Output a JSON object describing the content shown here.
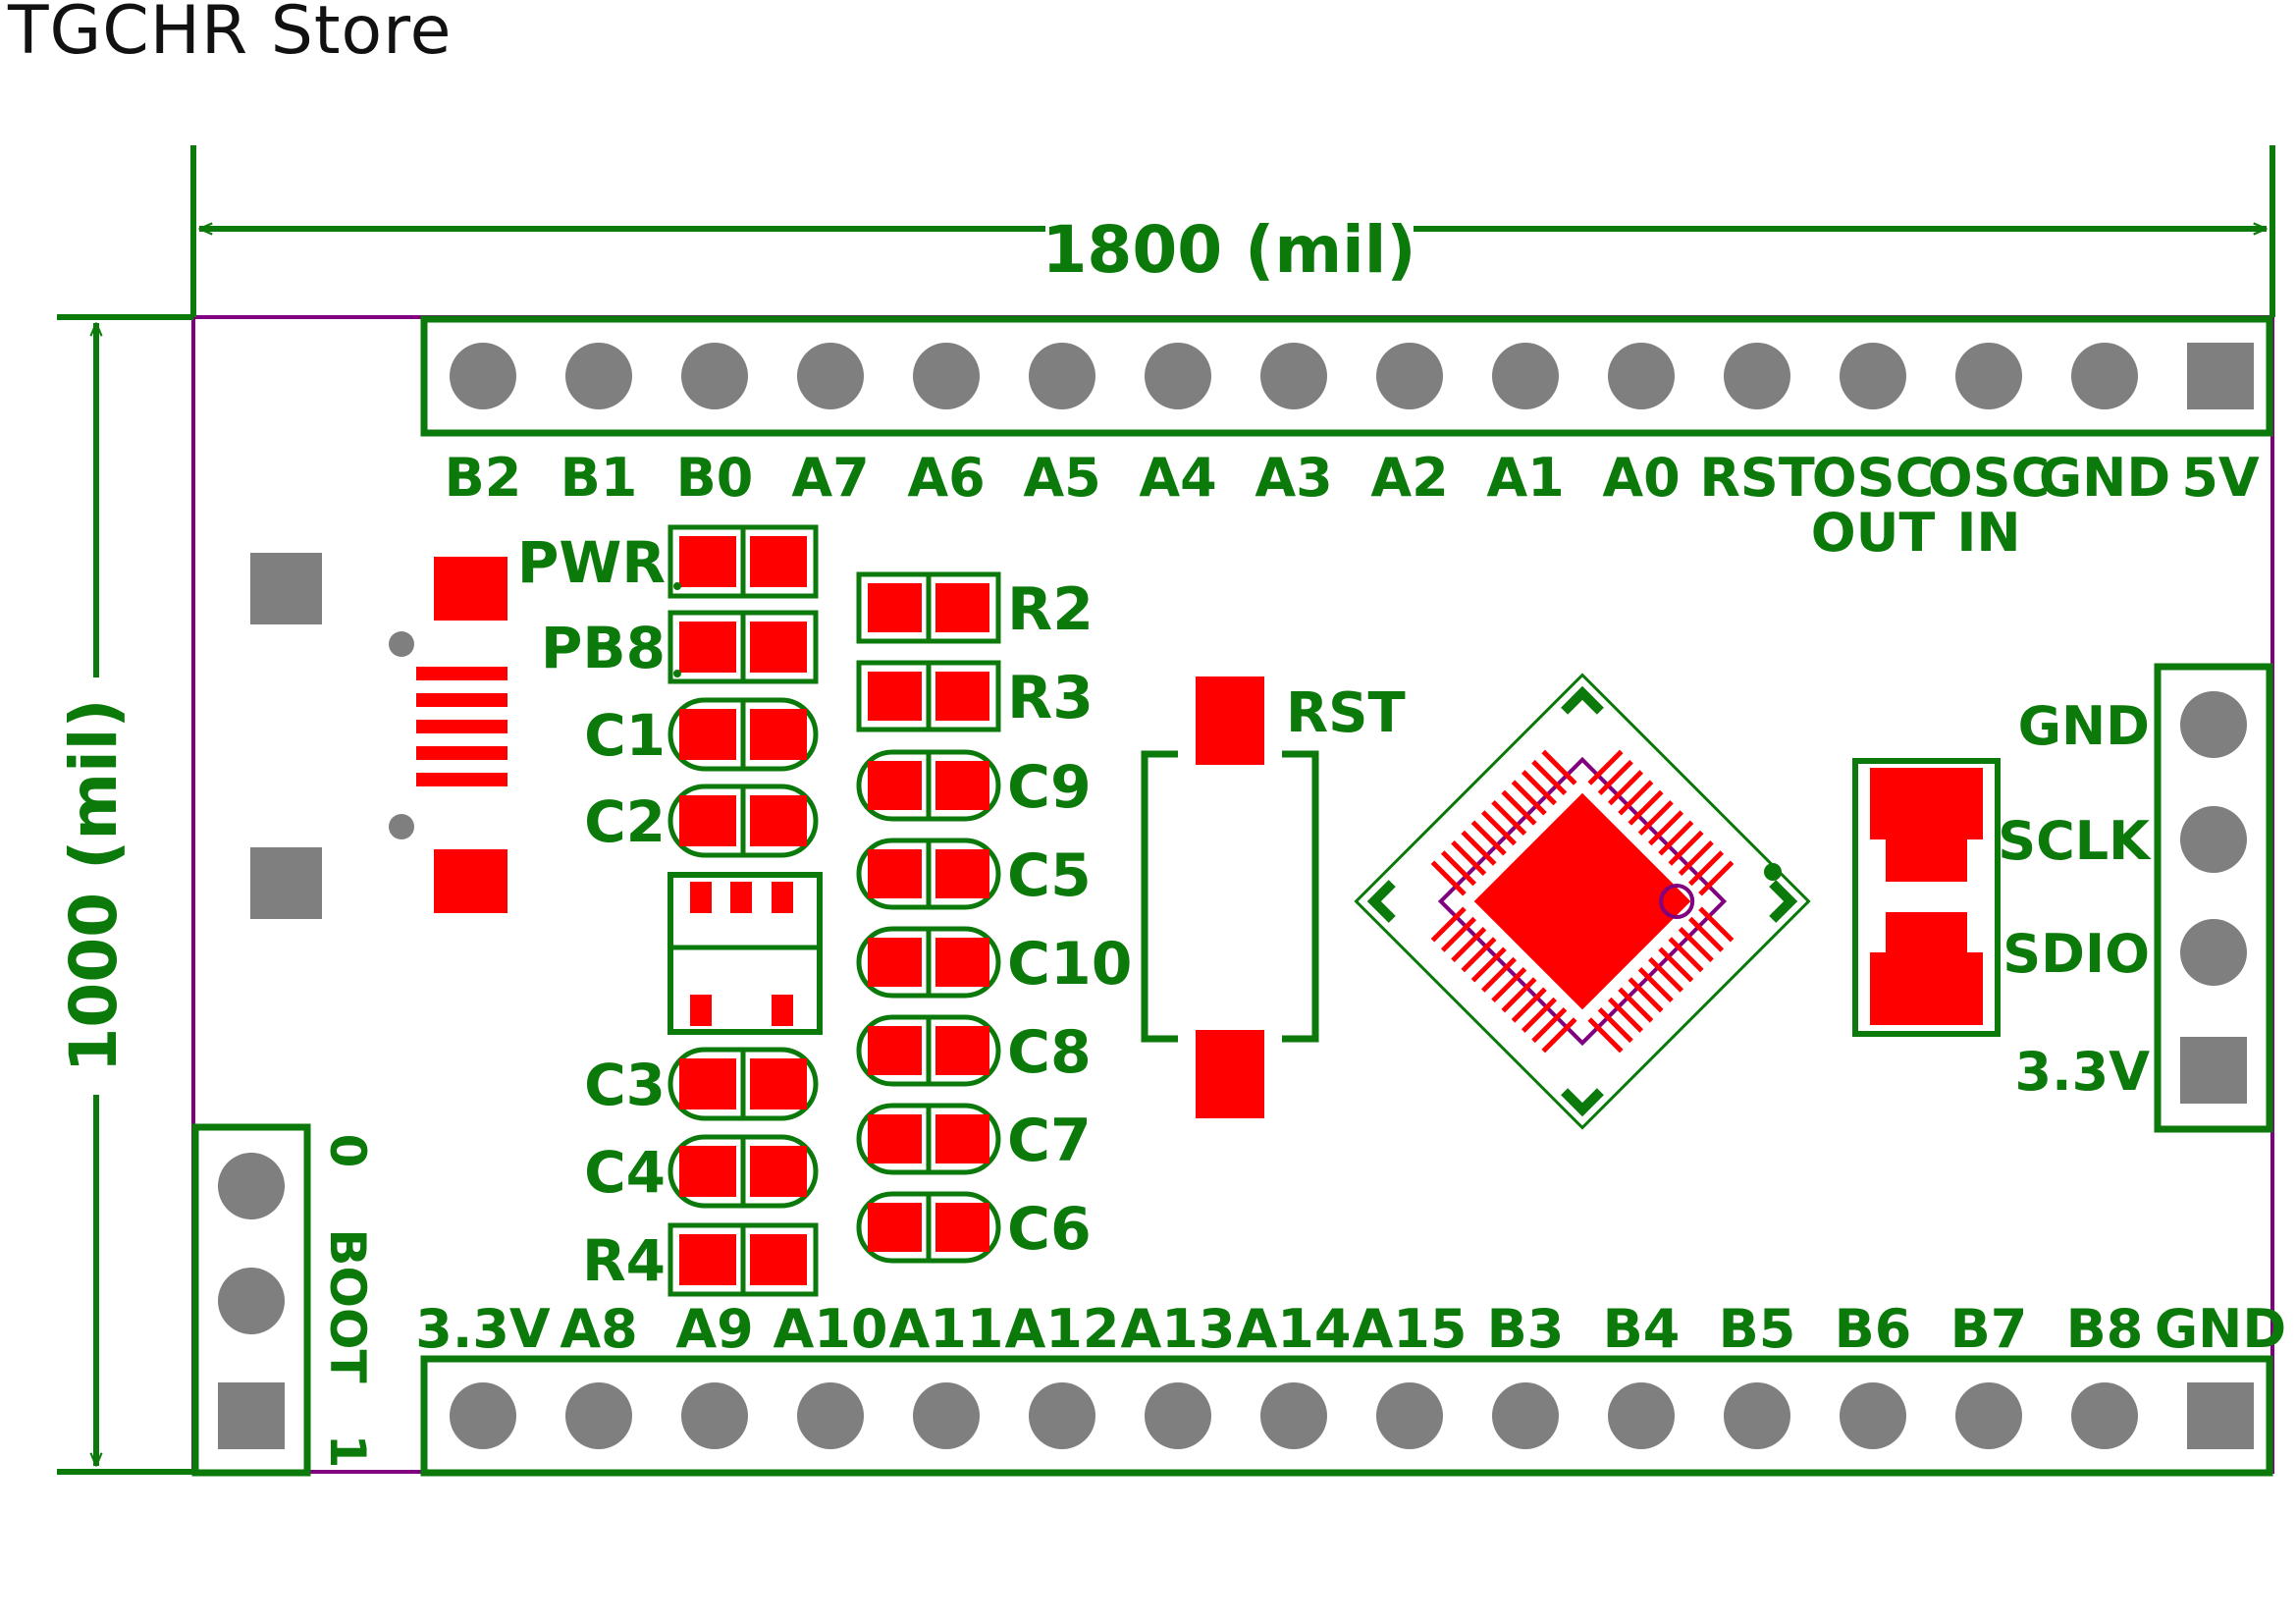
{
  "watermark": "TGCHR Store",
  "colors": {
    "silkscreen": "#0b7a0b",
    "copper": "#ff0000",
    "pin": "#7f7f7f",
    "outline": "#800080"
  },
  "dimensions": {
    "width_label": "1800 (mil)",
    "height_label": "1000 (mil)"
  },
  "top_header": {
    "pins": [
      "B2",
      "B1",
      "B0",
      "A7",
      "A6",
      "A5",
      "A4",
      "A3",
      "A2",
      "A1",
      "A0",
      "RST",
      "OSC\nOUT",
      "OSC\nIN",
      "GND",
      "5V"
    ]
  },
  "bottom_header": {
    "pins": [
      "3.3V",
      "A8",
      "A9",
      "A10",
      "A11",
      "A12",
      "A13",
      "A14",
      "A15",
      "B3",
      "B4",
      "B5",
      "B6",
      "B7",
      "B8",
      "GND"
    ]
  },
  "swd_header": {
    "pins": [
      "GND",
      "SCLK",
      "SDIO",
      "3.3V"
    ]
  },
  "boot_header": {
    "title": "BOOT",
    "top_label": "0",
    "bottom_label": "1"
  },
  "left_parts": [
    "PWR",
    "PB8",
    "C1",
    "C2",
    "C3",
    "C4",
    "R4"
  ],
  "right_parts": [
    "R2",
    "R3",
    "C9",
    "C5",
    "C10",
    "C8",
    "C7",
    "C6"
  ],
  "reset_button": "RST"
}
